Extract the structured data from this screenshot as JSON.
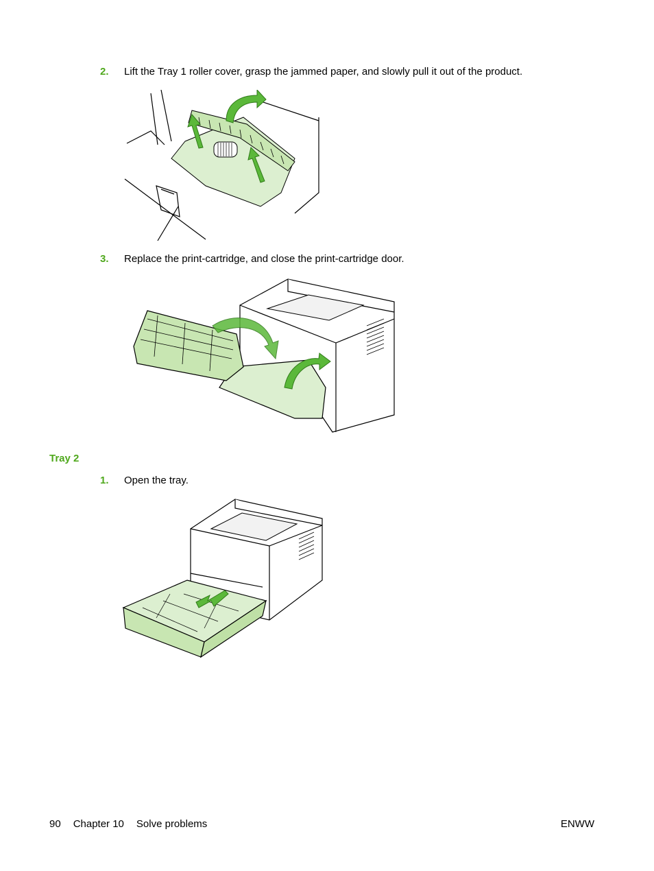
{
  "steps": [
    {
      "number": "2.",
      "text": "Lift the Tray 1 roller cover, grasp the jammed paper, and slowly pull it out of the product."
    },
    {
      "number": "3.",
      "text": "Replace the print-cartridge, and close the print-cartridge door."
    }
  ],
  "section": {
    "heading": "Tray 2",
    "steps": [
      {
        "number": "1.",
        "text": "Open the tray."
      }
    ]
  },
  "footer": {
    "page_number": "90",
    "chapter": "Chapter 10",
    "chapter_title": "Solve problems",
    "right_label": "ENWW"
  },
  "colors": {
    "accent": "#4fa81c",
    "illustration_fill": "#dcefd0",
    "illustration_arrow": "#5bb83a"
  }
}
